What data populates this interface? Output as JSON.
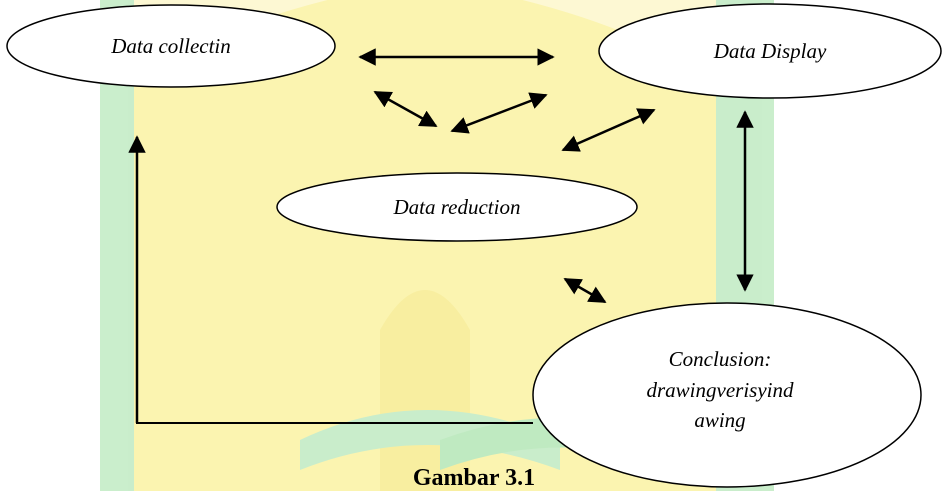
{
  "nodes": {
    "collection": {
      "label": "Data collectin"
    },
    "display": {
      "label": "Data Display"
    },
    "reduction": {
      "label": "Data reduction"
    },
    "conclusion": {
      "label": "Conclusion:\ndrawingverisyind\nawing"
    }
  },
  "caption": "Gambar 3.1",
  "colors": {
    "watermark_yellow": "#fbf3a8",
    "watermark_green": "#c4ecc6",
    "stroke": "#000000"
  }
}
